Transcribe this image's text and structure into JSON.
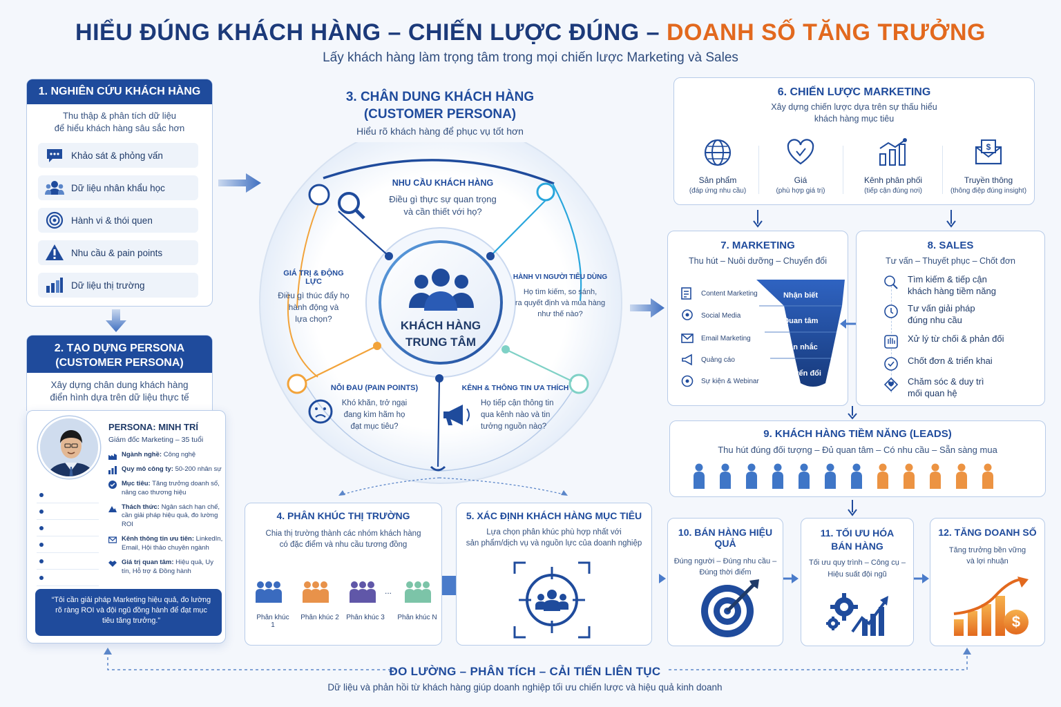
{
  "header": {
    "title_part1": "HIỂU ĐÚNG KHÁCH HÀNG – CHIẾN LƯỢC ĐÚNG – ",
    "title_part2": "DOANH SỐ TĂNG TRƯỞNG",
    "subtitle": "Lấy khách hàng làm trọng tâm trong mọi chiến lược Marketing và Sales"
  },
  "step1": {
    "title": "1. NGHIÊN CỨU KHÁCH HÀNG",
    "desc_line1": "Thu thập & phân tích dữ liệu",
    "desc_line2": "để hiểu khách hàng sâu sắc hơn",
    "items": [
      {
        "label": "Khảo sát & phỏng vấn",
        "icon": "chat-icon"
      },
      {
        "label": "Dữ liệu nhân khẩu học",
        "icon": "people-icon"
      },
      {
        "label": "Hành vi & thói quen",
        "icon": "target-icon"
      },
      {
        "label": "Nhu cầu & pain points",
        "icon": "warning-icon"
      },
      {
        "label": "Dữ liệu thị trường",
        "icon": "bar-chart-icon"
      }
    ]
  },
  "step2": {
    "title_line1": "2. TẠO DỰNG PERSONA",
    "title_line2": "(CUSTOMER PERSONA)",
    "desc_line1": "Xây dựng chân dung khách hàng",
    "desc_line2": "điển hình dựa trên dữ liệu thực tế",
    "persona_name": "PERSONA: MINH TRÍ",
    "persona_role": "Giám đốc Marketing – 35 tuổi",
    "fields": [
      {
        "label": "Ngành nghề:",
        "value": "Công nghệ"
      },
      {
        "label": "Quy mô công ty:",
        "value": "50-200 nhân sự"
      },
      {
        "label": "Mục tiêu:",
        "value": "Tăng trưởng doanh số, nâng cao thương hiệu"
      },
      {
        "label": "Thách thức:",
        "value": "Ngân sách hạn chế, cần giải pháp hiệu quả, đo lường ROI"
      },
      {
        "label": "Kênh thông tin ưu tiên:",
        "value": "LinkedIn, Email, Hội thảo chuyên ngành"
      },
      {
        "label": "Giá trị quan tâm:",
        "value": "Hiệu quả, Uy tín, Hỗ trợ & Đồng hành"
      }
    ],
    "quote": "“Tôi cần giải pháp Marketing hiệu quả, đo lường rõ ràng ROI và đội ngũ đồng hành để đạt mục tiêu tăng trưởng.”"
  },
  "step3": {
    "title_line1": "3. CHÂN DUNG KHÁCH HÀNG",
    "title_line2": "(CUSTOMER PERSONA)",
    "subtitle": "Hiểu rõ khách hàng để phục vụ tốt hơn",
    "center_line1": "KHÁCH HÀNG",
    "center_line2": "TRUNG TÂM",
    "needs": {
      "title": "NHU CẦU KHÁCH HÀNG",
      "line1": "Điều gì thực sự quan trọng",
      "line2": "và cần thiết với họ?"
    },
    "values": {
      "title": "GIÁ TRỊ & ĐỘNG LỰC",
      "line1": "Điều gì thúc đẩy họ",
      "line2": "hành động và",
      "line3": "lựa chọn?"
    },
    "behavior": {
      "title": "HÀNH VI NGƯỜI TIÊU DÙNG",
      "line1": "Họ tìm kiếm, so sánh,",
      "line2": "ra quyết định và mua hàng",
      "line3": "như thế nào?"
    },
    "pains": {
      "title": "NỖI ĐAU (PAIN POINTS)",
      "line1": "Khó khăn, trở ngại",
      "line2": "đang kìm hãm họ",
      "line3": "đạt mục tiêu?"
    },
    "channels": {
      "title": "KÊNH & THÔNG TIN ƯA THÍCH",
      "line1": "Họ tiếp cận thông tin",
      "line2": "qua kênh nào và tin",
      "line3": "tưởng nguồn nào?"
    }
  },
  "step4": {
    "title": "4. PHÂN KHÚC THỊ TRƯỜNG",
    "desc_line1": "Chia thị trường thành các nhóm khách hàng",
    "desc_line2": "có đặc điểm và nhu cầu tương đồng",
    "segments": [
      "Phân khúc 1",
      "Phân khúc 2",
      "Phân khúc 3",
      "Phân khúc N"
    ],
    "ellipsis": "..."
  },
  "step5": {
    "title": "5. XÁC ĐỊNH KHÁCH HÀNG MỤC TIÊU",
    "desc_line1": "Lựa chọn phân khúc phù hợp nhất với",
    "desc_line2": "sản phẩm/dịch vụ và nguồn lực của doanh nghiệp"
  },
  "step6": {
    "title": "6. CHIẾN LƯỢC MARKETING",
    "desc_line1": "Xây dựng chiến lược dựa trên sự thấu hiểu",
    "desc_line2": "khách hàng mục tiêu",
    "items": [
      {
        "label": "Sản phẩm",
        "note": "(đáp ứng nhu cầu)"
      },
      {
        "label": "Giá",
        "note": "(phù hợp giá trị)"
      },
      {
        "label": "Kênh phân phối",
        "note": "(tiếp cận đúng nơi)"
      },
      {
        "label": "Truyền thông",
        "note": "(thông điệp đúng insight)"
      }
    ]
  },
  "step7": {
    "title": "7. MARKETING",
    "desc": "Thu hút – Nuôi dưỡng – Chuyển đổi",
    "items": [
      "Content Marketing",
      "Social Media",
      "Email Marketing",
      "Quảng cáo",
      "Sự kiện & Webinar"
    ],
    "funnel": [
      "Nhận biết",
      "Quan tâm",
      "Cân nhắc",
      "Chuyển đổi"
    ]
  },
  "step8": {
    "title": "8. SALES",
    "desc": "Tư vấn – Thuyết phục – Chốt đơn",
    "items": [
      {
        "line1": "Tìm kiếm & tiếp cận",
        "line2": "khách hàng tiềm năng"
      },
      {
        "line1": "Tư vấn giải pháp",
        "line2": "đúng nhu cầu"
      },
      {
        "line1": "Xử lý từ chối & phản đối",
        "line2": ""
      },
      {
        "line1": "Chốt đơn & triển khai",
        "line2": ""
      },
      {
        "line1": "Chăm sóc & duy trì",
        "line2": "mối quan hệ"
      }
    ]
  },
  "step9": {
    "title": "9. KHÁCH HÀNG TIỀM NĂNG (LEADS)",
    "desc": "Thu hút đúng đối tượng – Đủ quan tâm – Có nhu cầu – Sẵn sàng mua"
  },
  "step10": {
    "title": "10. BÁN HÀNG HIỆU QUẢ",
    "desc_line1": "Đúng người – Đúng nhu cầu –",
    "desc_line2": "Đúng thời điểm"
  },
  "step11": {
    "title_line1": "11. TỐI ƯU HÓA",
    "title_line2": "BÁN HÀNG",
    "desc_line1": "Tối ưu quy trình – Công cụ –",
    "desc_line2": "Hiệu suất đội ngũ"
  },
  "step12": {
    "title": "12. TĂNG DOANH SỐ",
    "desc_line1": "Tăng trưởng bền vững",
    "desc_line2": "và lợi nhuận"
  },
  "footer": {
    "title": "ĐO LƯỜNG – PHÂN TÍCH – CẢI TIẾN LIÊN TỤC",
    "desc": "Dữ liệu và phản hồi từ khách hàng giúp doanh nghiệp tối ưu chiến lược và hiệu quả kinh doanh"
  },
  "colors": {
    "navy": "#1f4b9c",
    "orange": "#e2691e",
    "light": "#eef3fa",
    "border": "#b7cbe8"
  }
}
